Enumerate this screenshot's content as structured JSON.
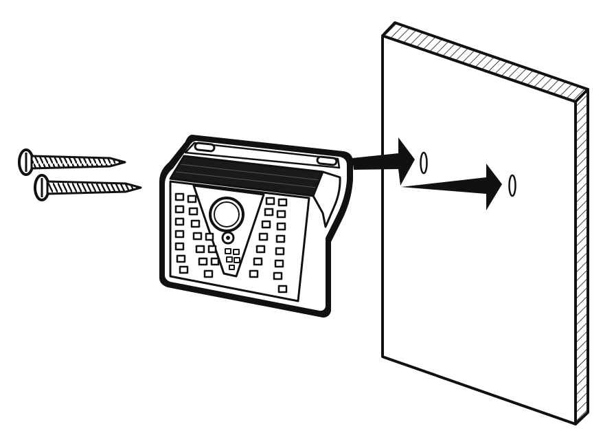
{
  "diagram": {
    "screw_count": 2,
    "hole_count": 2,
    "arrow_count": 2,
    "colors": {
      "ink": "#111111",
      "paper": "#ffffff",
      "solar_panel": "#1a1a1a"
    }
  },
  "icons": {
    "screws": "screw-icon",
    "lamp": "solar-motion-light-icon",
    "sensor": "motion-sensor-icon",
    "wall": "wall-panel-icon",
    "arrows": "arrow-right-icon"
  }
}
